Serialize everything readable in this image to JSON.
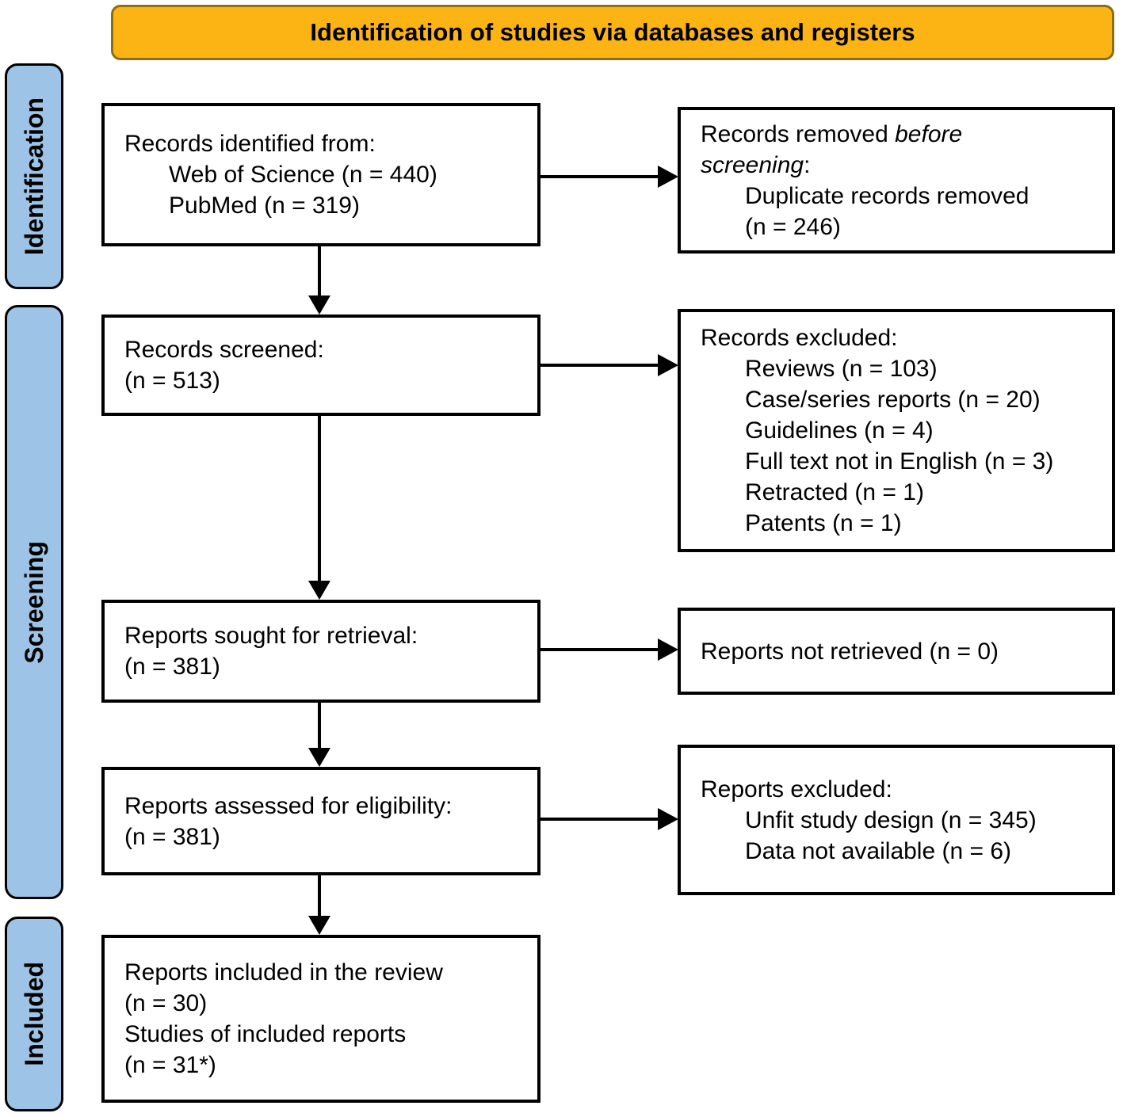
{
  "banner": {
    "title": "Identification of studies via databases and registers"
  },
  "stages": [
    {
      "label": "Identification"
    },
    {
      "label": "Screening"
    },
    {
      "label": "Included"
    }
  ],
  "boxes": {
    "records_identified": {
      "title": "Records identified from:",
      "items": [
        "Web of Science (n = 440)",
        "PubMed (n = 319)"
      ]
    },
    "records_removed": {
      "title_pre": "Records removed ",
      "title_italic": "before screening",
      "title_post": ":",
      "items": [
        "Duplicate records removed (n = 246)"
      ]
    },
    "records_screened": {
      "lines": [
        "Records screened:",
        "(n = 513)"
      ]
    },
    "records_excluded": {
      "title": "Records excluded:",
      "items": [
        "Reviews (n = 103)",
        "Case/series reports (n = 20)",
        "Guidelines (n = 4)",
        "Full text not in English (n = 3)",
        "Retracted (n = 1)",
        "Patents (n = 1)"
      ]
    },
    "reports_sought": {
      "lines": [
        "Reports sought for retrieval:",
        "(n = 381)"
      ]
    },
    "reports_not_retrieved": {
      "text": "Reports not retrieved (n = 0)"
    },
    "reports_assessed": {
      "lines": [
        "Reports assessed for eligibility:",
        "(n = 381)"
      ]
    },
    "reports_excluded": {
      "title": "Reports excluded:",
      "items": [
        "Unfit study design (n = 345)",
        "Data not available (n = 6)"
      ]
    },
    "reports_included": {
      "lines": [
        "Reports included in the review",
        "(n = 30)",
        "Studies of included reports",
        "(n = 31*)"
      ]
    }
  },
  "colors": {
    "banner_fill": "#FCB414",
    "banner_border": "#8C6E14",
    "stage_fill": "#9DC3E6",
    "stage_border": "#000000",
    "box_border": "#000000",
    "arrow": "#000000"
  }
}
